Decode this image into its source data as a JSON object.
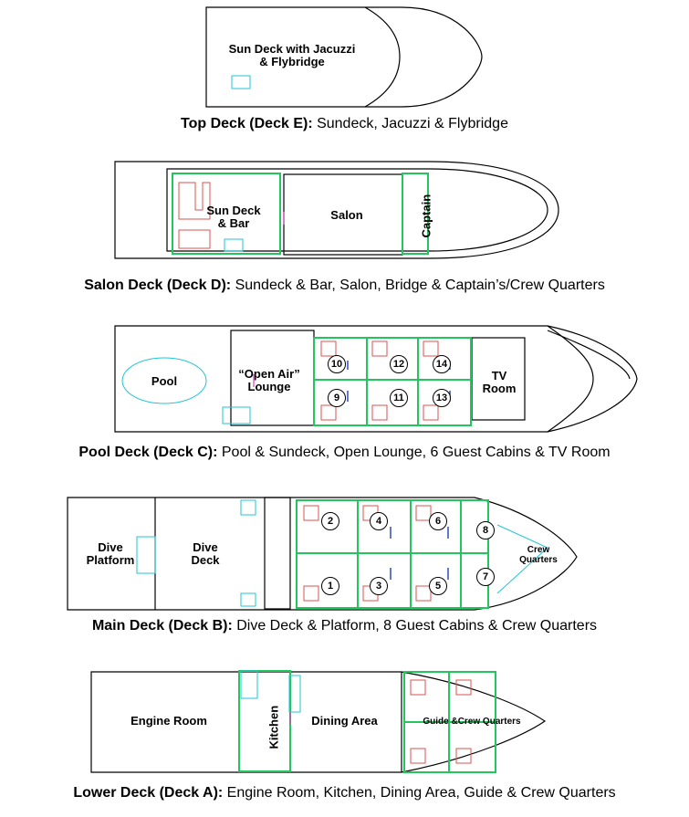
{
  "decks": [
    {
      "name": "Top Deck (Deck E):",
      "desc": " Sundeck, Jacuzzi & Flybridge",
      "labels": {
        "area1": "Sun Deck with Jacuzzi\n& Flybridge"
      }
    },
    {
      "name": "Salon Deck (Deck D):",
      "desc": " Sundeck & Bar, Salon, Bridge & Captain’s/Crew Quarters",
      "labels": {
        "sundeck": "Sun Deck\n& Bar",
        "salon": "Salon",
        "captain": "Captain"
      }
    },
    {
      "name": "Pool Deck (Deck C):",
      "desc": " Pool & Sundeck, Open Lounge, 6 Guest Cabins & TV Room",
      "labels": {
        "pool": "Pool",
        "lounge": "“Open Air”\nLounge",
        "tv": "TV\nRoom"
      },
      "cabins": [
        "10",
        "12",
        "14",
        "9",
        "11",
        "13"
      ]
    },
    {
      "name": "Main Deck (Deck B):",
      "desc": " Dive Deck & Platform, 8 Guest Cabins & Crew Quarters",
      "labels": {
        "platform": "Dive\nPlatform",
        "divedeck": "Dive\nDeck",
        "crew": "Crew\nQuarters"
      },
      "cabins": [
        "2",
        "4",
        "6",
        "8",
        "1",
        "3",
        "5",
        "7"
      ]
    },
    {
      "name": "Lower Deck (Deck A):",
      "desc": " Engine Room, Kitchen, Dining Area, Guide & Crew Quarters",
      "labels": {
        "engine": "Engine Room",
        "kitchen": "Kitchen",
        "dining": "Dining Area",
        "guide": "Guide &Crew Quarters"
      }
    }
  ],
  "colors": {
    "outline": "#000000",
    "wall_green": "#22c55e",
    "furniture_red": "#d9534f",
    "fixture_cyan": "#22c5d6",
    "stair_magenta": "#e040c0"
  }
}
